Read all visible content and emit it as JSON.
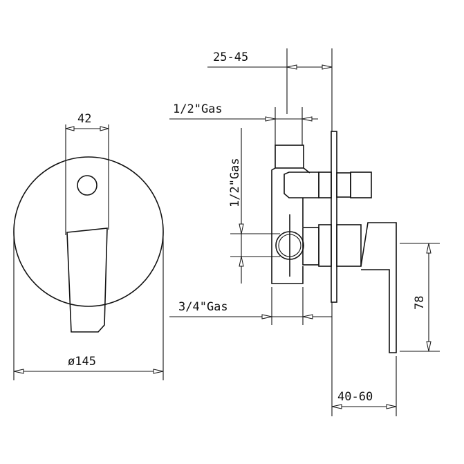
{
  "dimensions": {
    "handle_width": "42",
    "plate_diameter": "ø145",
    "wall_depth": "25-45",
    "upper_outlet": "1/2\"Gas",
    "side_outlet": "1/2\"Gas",
    "inlet": "3/4\"Gas",
    "handle_height": "78",
    "handle_projection": "40-60"
  }
}
